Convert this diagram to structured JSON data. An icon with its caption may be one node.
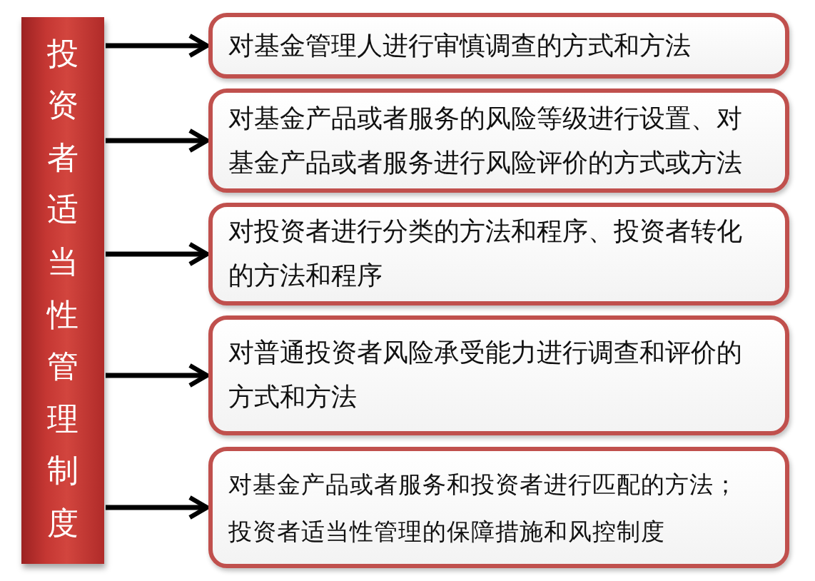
{
  "diagram": {
    "nodes": [
      {
        "text": [
          "投资者适当性管理制度"
        ]
      },
      {
        "text": [
          "对基金管理人进行审慎调查的方式和方法"
        ]
      },
      {
        "text": [
          "对基金产品或者服务的风险等级进行设置、对基金产品或者服务进行风险评价的方式或方法"
        ]
      },
      {
        "text": [
          "对投资者进行分类的方法和程序、投资者转化的方法和程序"
        ]
      },
      {
        "text": [
          "对普通投资者风险承受能力进行调查和评价的方式和方法"
        ]
      },
      {
        "text": [
          "对基金产品或者服务和投资者进行匹配的方法；",
          "投资者适当性管理的保障措施和风控制度"
        ]
      }
    ],
    "edges": [
      {
        "from": 0,
        "to": 1,
        "arrow": "to"
      },
      {
        "from": 0,
        "to": 2,
        "arrow": "to"
      },
      {
        "from": 0,
        "to": 3,
        "arrow": "to"
      },
      {
        "from": 0,
        "to": 4,
        "arrow": "to"
      },
      {
        "from": 0,
        "to": 5,
        "arrow": "to"
      }
    ]
  }
}
